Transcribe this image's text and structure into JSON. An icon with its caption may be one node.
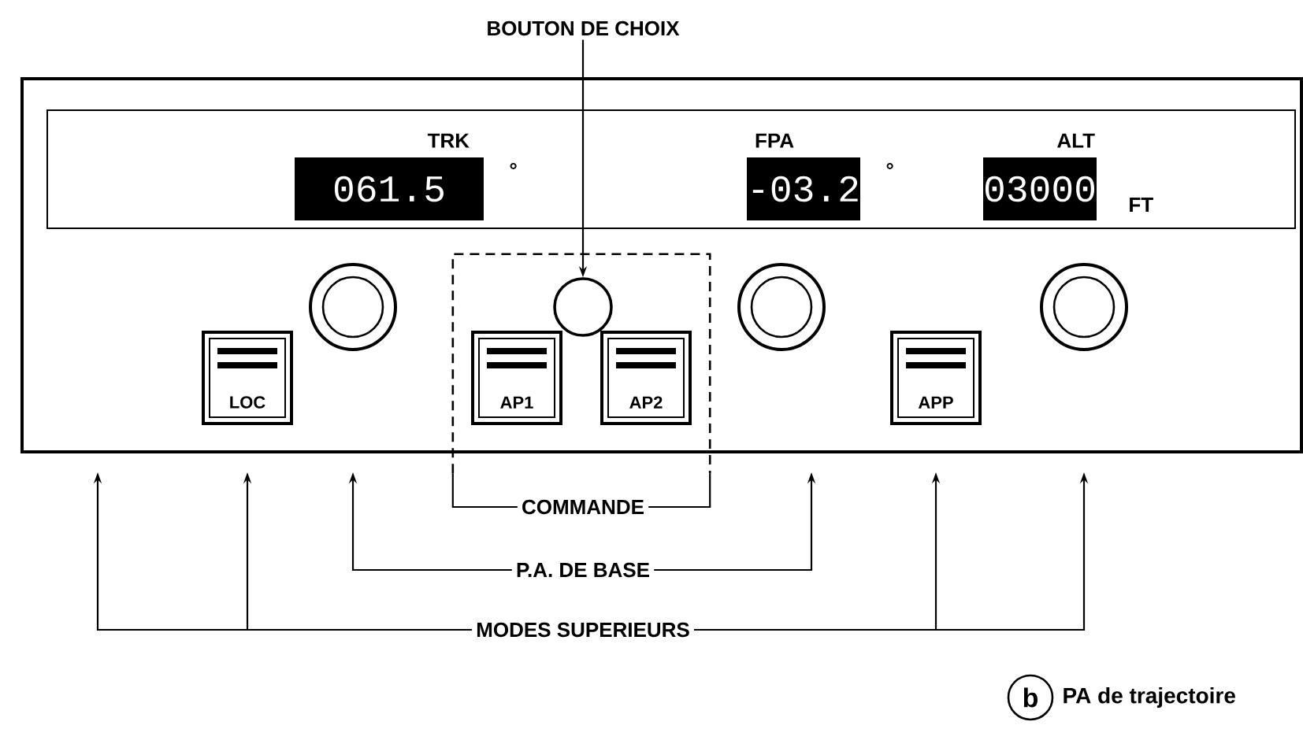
{
  "diagram": {
    "caption": "PA de trajectoire",
    "nodes": [
      {
        "text": [
          "BOUTON DE CHOIX"
        ]
      },
      {
        "text": [],
        "shape": "box"
      },
      {
        "text": [],
        "shape": "box",
        "in": 1
      },
      {
        "text": [
          "061.5"
        ],
        "beside": [
          "TRK",
          "°"
        ],
        "in": 2
      },
      {
        "text": [
          "-03.2"
        ],
        "beside": [
          "FPA",
          "°"
        ],
        "in": 2
      },
      {
        "text": [
          "03000"
        ],
        "beside": [
          "ALT",
          "FT"
        ],
        "in": 2
      },
      {
        "text": [],
        "shape": "box"
      },
      {
        "text": [],
        "shape": "circle",
        "in": 1
      },
      {
        "text": [],
        "shape": "circle",
        "in": 6
      },
      {
        "text": [],
        "shape": "circle",
        "in": 1
      },
      {
        "text": [],
        "shape": "circle",
        "in": 1
      },
      {
        "text": [
          "LOC"
        ],
        "in": 1
      },
      {
        "text": [
          "AP1"
        ],
        "in": 6
      },
      {
        "text": [
          "AP2"
        ],
        "in": 6
      },
      {
        "text": [
          "APP"
        ],
        "in": 1
      },
      {
        "text": [
          "COMMANDE"
        ]
      },
      {
        "text": [
          "P.A. DE BASE"
        ]
      },
      {
        "text": [
          "MODES SUPERIEURS"
        ]
      },
      {
        "text": [
          "b"
        ]
      }
    ],
    "edges": [
      {
        "from": 0,
        "to": 8,
        "arrow": "to"
      },
      {
        "from": 15,
        "to": 6,
        "arrow": "none"
      },
      {
        "from": 15,
        "to": 6,
        "arrow": "none"
      },
      {
        "from": 16,
        "to": 1,
        "arrow": "to"
      },
      {
        "from": 16,
        "to": 1,
        "arrow": "to"
      },
      {
        "from": 17,
        "to": 1,
        "arrow": "to"
      },
      {
        "from": 17,
        "to": 11,
        "arrow": "to"
      },
      {
        "from": 17,
        "to": 14,
        "arrow": "to"
      },
      {
        "from": 17,
        "to": 1,
        "arrow": "to"
      }
    ]
  }
}
